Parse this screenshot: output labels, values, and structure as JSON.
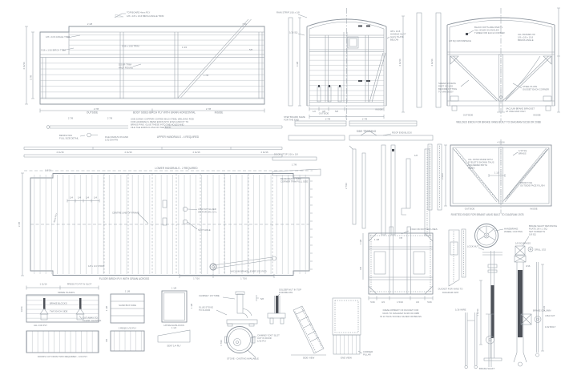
{
  "side": [
    "TOP BOARD 4mm PLY",
    "1/8 x 1/8 x 1/16 BIRCH ANGLE TRIM",
    "1/8 x 1/16 ANGLE TRIM",
    "3/16 x 1/16 BIRCH TRIM",
    "3/16 x 1/16 TRIM",
    "DOOR TRIM",
    "HALF ROUND",
    "4 11/16",
    "3 7/8",
    "2 7/8",
    "2 7/8",
    "OUTSIDE",
    "BODY SIDES BIRCH PLY WITH GRAIN HORIZONTAL",
    "INSIDE",
    "2 1/8",
    "7/16",
    "5/8",
    "1 7/8",
    "1 3/4"
  ],
  "rails": [
    "USE 22SWG COPPER COATED MILD STEEL WELDING ROD",
    "FOR HANDRAILS. BEND ENDS INTO EYES AND FIT TO",
    "BRASS PINS. GLUE THESE INTO THE HOLES AND",
    "FILE THE ENDS FLUSH ON THE BACK.",
    "UPPER HANDRAILS - 4 REQUIRED",
    "LOWER HANDRAILS - 2 REQUIRED",
    "BEND EYES",
    "FULL SIZE DETAIL",
    "FILE RADIUS ON END",
    "1/32 DIA PIN",
    "2 7/8",
    "2 7/8",
    "2 11/16",
    "2 11/16",
    "2 11/16",
    "2 11/16"
  ],
  "floor": [
    "FLOOR BIRCH PLY WITH GRAIN ACROSS",
    "CENTRE LINE OF FRAME",
    "4 BA NUT GLUED",
    "ON FOR VAC CYL",
    "SLOT HOLE",
    "VACUUM BRAKE LEVER 3/32 ROD",
    "1 7/16",
    "1 7/16",
    "1/4",
    "1/4",
    "1/4",
    "1/4",
    "1 9/16",
    "3 7/8",
    "4mm PLY",
    "1/8 x 1/4 STRIP"
  ],
  "mid": [
    "SIDE TRIMMING",
    "ROOF END BLOCK",
    "DOOR STOP 1/16 x 1/8",
    "1 7/8",
    "BEND BRASS TRIM",
    "CORNER TRIM FULL SIZE",
    "2 7/16",
    "1 1/8",
    "1/8",
    "7/8"
  ],
  "ends": [
    "RAIN STRIP 1/16 x 1/8",
    "1/16 SQ",
    "3/8 x 1/16",
    "HANDLE SLOT",
    "GALV PLATE",
    "BELOW",
    "1/2",
    "3/8",
    "5/8",
    "2 7/8",
    "2 7/8",
    "OUTSIDE",
    "INSIDE",
    "STEP BOARD SAME",
    "FOR THE END",
    "4 3/8",
    "4 11/16",
    "BLACK DOTS ARE RIVETS",
    "ALL HOLES IN ANGLES",
    "THREE FOR EACH CORNER",
    "1/8 SQ CROSSPIECE",
    "ALL FRAMES OF",
    "1/8 x 1/8 x 1/16",
    "BRASS ANGLE",
    "SHEAR EXCESS",
    "PART OF LEG",
    "BEFORE FITTING",
    "TO VAN BODY",
    "STEEL PLATE",
    "GUSSET EACH CORNER",
    "VACUUM BRAKE BRACKET",
    "AT ONE END ONLY",
    "OUTSIDE",
    "INSIDE",
    "WELDED ENDS FOR BRAKE VANS BUILT TO DIAGRAM SC38 OR 208B",
    "ALL JOINS MADE WITH",
    "EYELETS SHOWN THUS",
    "SOLDERED BOTH",
    "SIDES",
    "1/16 SQ",
    "BRASS",
    "DRAW FILE",
    "OUTSIDE FACE FLUSH",
    "1 1/2",
    "2 9/16",
    "4 15/16",
    "OUTSIDE",
    "INSIDE",
    "RIVETED ENDS FOR BRAKE VANS BUILT TO DIAGRAM 1978",
    "4 11/16"
  ],
  "ducket": [
    "DEVELOPMENT OF DUCKET FOR",
    "VANS TO DIAGRAM SC38 OR 208B",
    "IN 10 THOU NICKEL SILVER OR BRASS",
    "DUCKET FOR VANS TO",
    "DIAGRAM 1978",
    "FOLD ON DOTTED LINES",
    "5/16",
    "3/4",
    "1 5/16",
    "3/4",
    "5/16",
    "1 3/8",
    "7/8"
  ],
  "stove": [
    "CHIMNEY 1/8 TUBE",
    "GLUE STOVE",
    "TO FLOOR",
    "CHIMNEY EXIT SLOT",
    "CUT IN ROOF",
    "1/32 PLY",
    "STOVE - CASTING AVAILABLE",
    "SOLDER NUT IN TOP",
    "FOR 8BA PIN",
    "5/8",
    "1 7/16",
    "SIDE VIEW",
    "END VIEW",
    "CORNER",
    "PILLAR"
  ],
  "brake": [
    "HANDBRAKE",
    "WHEEL CASTING",
    "BRAKE SHAFT RETAINING",
    "PLATE 1/8 x 1 SQ",
    "SET SCREW IN",
    "1/8 SQ",
    "LOCK NUT",
    "1/8 SQ BRASS",
    "DRILL 1/32",
    "1 11/16",
    "BRAKE COLUMN",
    "4 BA NUT",
    "1/32 BOLT",
    "1/16 WIRE",
    "BRAKE SHAFT",
    "3/16",
    "4 1/4"
  ],
  "parts": [
    "1 11/16",
    "PRESS TO FIT IN SLOT",
    "SPARE PLANKS",
    "BRAKE BLOCKS",
    "TWO EACH SIDE",
    "13/16",
    "ALL 1/32 PLY",
    "CUT AWAY TO",
    "CLEAR CHANNEL",
    "DOORS CUT FROM TWO REQUIRED - 1/32 PLY",
    "SAND BOX SIDE",
    "1 1/8",
    "1 1/8",
    "2 REQD 1/32 PLY",
    "7/8",
    "1 1/8",
    "1 1/8",
    "1/8 BALSA BLOCKS",
    "SEAT 1/4 PLY",
    "1 1/4"
  ]
}
